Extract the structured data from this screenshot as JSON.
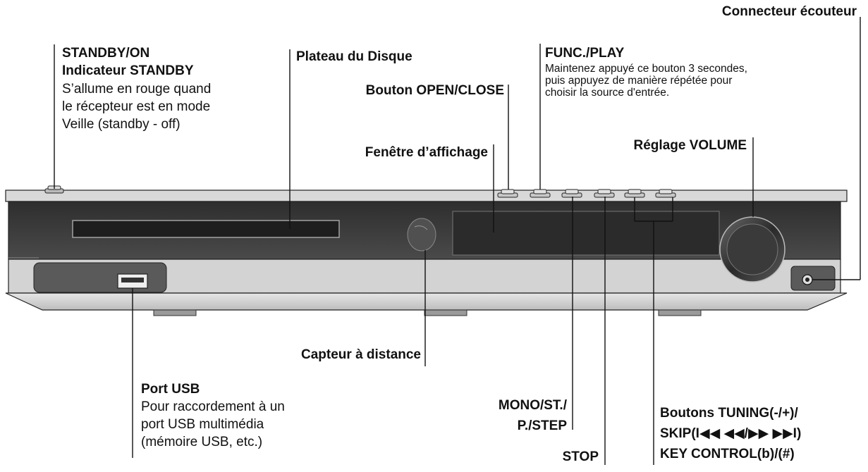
{
  "labels": {
    "headphone": "Connecteur écouteur",
    "standby_title": "STANDBY/ON",
    "standby_indicator": "Indicateur STANDBY",
    "standby_desc1": "S’allume en rouge quand",
    "standby_desc2": "le récepteur est en mode",
    "standby_desc3": "Veille (standby - off)",
    "disc_tray": "Plateau du Disque",
    "open_close": "Bouton OPEN/CLOSE",
    "func_play": "FUNC./PLAY",
    "func_desc1": "Maintenez appuyé ce bouton 3 secondes,",
    "func_desc2": "puis appuyez de manière répétée pour",
    "func_desc3": "choisir la source d'entrée.",
    "display_window": "Fenêtre d’affichage",
    "volume": "Réglage VOLUME",
    "remote_sensor": "Capteur à distance",
    "usb_title": "Port USB",
    "usb_desc1": "Pour raccordement à un",
    "usb_desc2": "port USB multimédia",
    "usb_desc3": "(mémoire USB, etc.)",
    "mono1": "MONO/ST./",
    "mono2": "P./STEP",
    "stop": "STOP",
    "tuning1": "Boutons TUNING(-/+)/",
    "tuning2": "SKIP(I◀◀ ◀◀/▶▶ ▶▶I)",
    "tuning3": "KEY CONTROL(b)/(#)"
  },
  "colors": {
    "panel_dark": "#3a3a3a",
    "panel_light": "#d4d4d4",
    "outline": "#222222"
  }
}
